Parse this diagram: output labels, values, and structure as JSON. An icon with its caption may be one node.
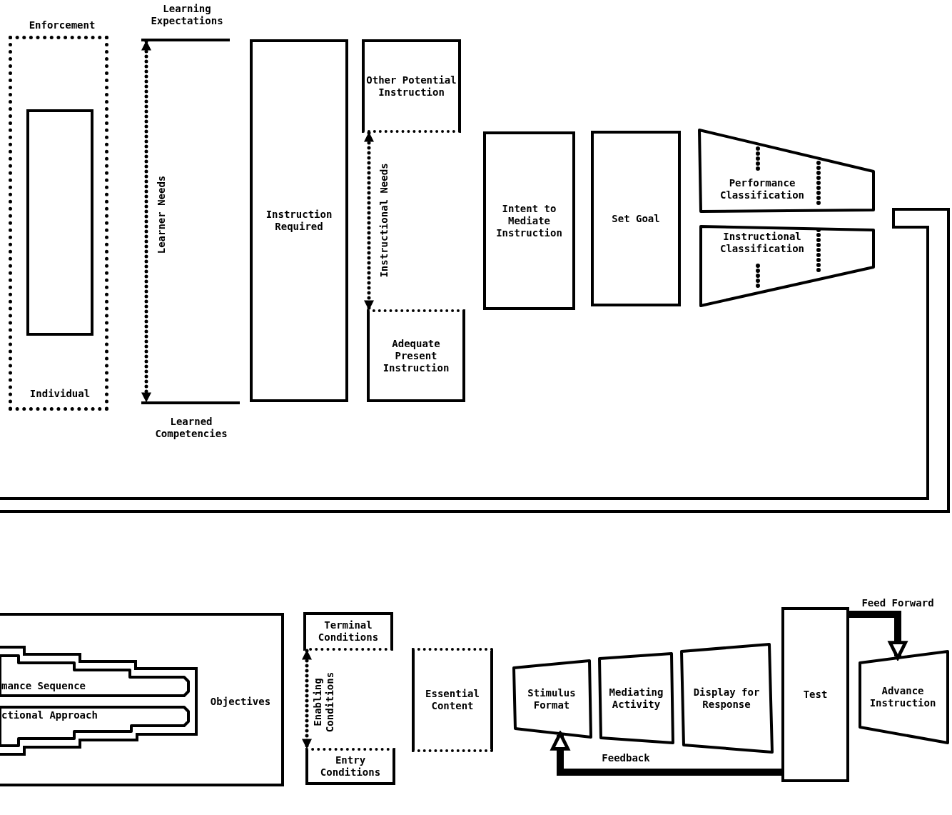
{
  "diagram": {
    "nodes": [
      {
        "text": [
          "Enforcement",
          "Individual"
        ]
      },
      {
        "text": [],
        "shape": "box",
        "in": 0
      },
      {
        "text": [
          "Learning Expectations"
        ]
      },
      {
        "text": [
          "Learned Competencies"
        ]
      },
      {
        "text": [
          "Instruction Required"
        ]
      },
      {
        "text": [
          "Other Potential Instruction"
        ]
      },
      {
        "text": [
          "Adequate Present Instruction"
        ]
      },
      {
        "text": [
          "Intent to Mediate Instruction"
        ]
      },
      {
        "text": [
          "Set Goal"
        ]
      },
      {
        "text": [
          "Performance Classification"
        ]
      },
      {
        "text": [
          "Instructional Classification"
        ]
      },
      {
        "text": [
          "Objectives"
        ]
      },
      {
        "text": [
          "mance Sequence"
        ],
        "in": 11
      },
      {
        "text": [
          "ctional Approach"
        ],
        "in": 11
      },
      {
        "text": [
          "Terminal Conditions"
        ]
      },
      {
        "text": [
          "Entry Conditions"
        ]
      },
      {
        "text": [
          "Essential Content"
        ]
      },
      {
        "text": [
          "Stimulus Format"
        ]
      },
      {
        "text": [
          "Mediating Activity"
        ]
      },
      {
        "text": [
          "Display for Response"
        ]
      },
      {
        "text": [
          "Test"
        ]
      },
      {
        "text": [
          "Advance Instruction"
        ]
      }
    ],
    "edges": [
      {
        "from": 2,
        "to": 3,
        "arrow": "both",
        "style": "dashed",
        "label": "Learner Needs"
      },
      {
        "from": 5,
        "to": 6,
        "arrow": "both",
        "style": "dashed",
        "label": "Instructional Needs"
      },
      {
        "from": 14,
        "to": 15,
        "arrow": "both",
        "style": "dashed",
        "label": "Enabling Conditions"
      },
      {
        "from": 20,
        "to": 21,
        "arrow": "to",
        "style": "thick",
        "label": "Feed Forward"
      },
      {
        "from": 20,
        "to": 17,
        "arrow": "to",
        "style": "thick",
        "label": "Feedback"
      }
    ]
  }
}
